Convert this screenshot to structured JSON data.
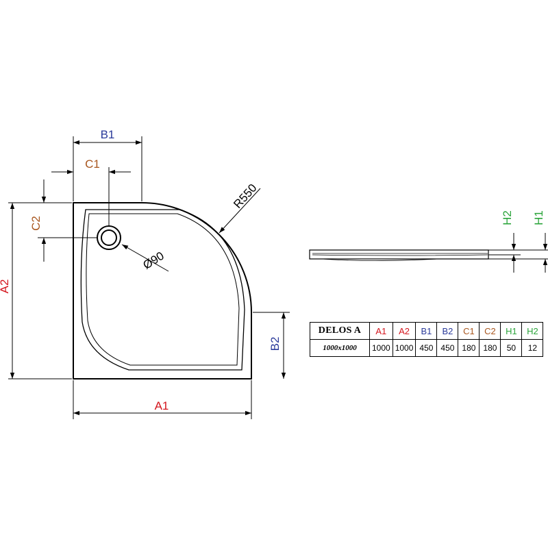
{
  "colors": {
    "A": "#d4141c",
    "B": "#2a3a9a",
    "C": "#a8561e",
    "H": "#2aa43a",
    "line": "#000000"
  },
  "labels": {
    "A1": "A1",
    "A2": "A2",
    "B1": "B1",
    "B2": "B2",
    "C1": "C1",
    "C2": "C2",
    "H1": "H1",
    "H2": "H2",
    "radius": "R550",
    "drain": "Ø90"
  },
  "table": {
    "model": "DELOS A",
    "size": "1000x1000",
    "headers": [
      "A1",
      "A2",
      "B1",
      "B2",
      "C1",
      "C2",
      "H1",
      "H2"
    ],
    "header_colors": [
      "A",
      "A",
      "B",
      "B",
      "C",
      "C",
      "H",
      "H"
    ],
    "values": [
      "1000",
      "1000",
      "450",
      "450",
      "180",
      "180",
      "50",
      "12"
    ]
  }
}
